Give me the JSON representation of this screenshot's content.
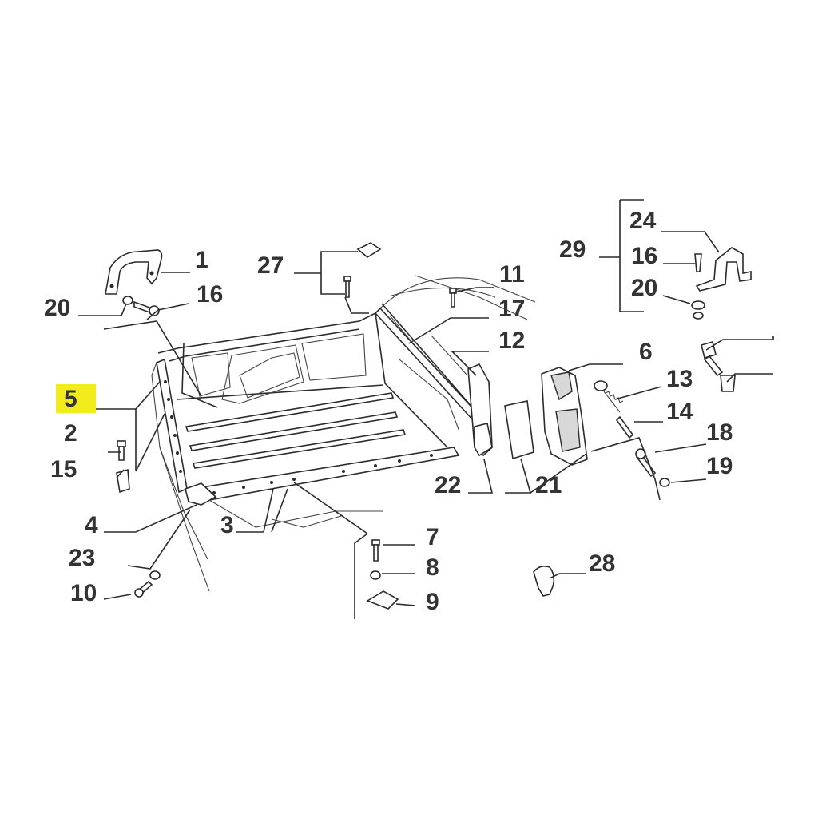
{
  "highlight_color": "#f2ec1c",
  "callouts": [
    {
      "id": "c1",
      "label": "1"
    },
    {
      "id": "c16a",
      "label": "16"
    },
    {
      "id": "c20a",
      "label": "20"
    },
    {
      "id": "c27",
      "label": "27"
    },
    {
      "id": "c11",
      "label": "11"
    },
    {
      "id": "c17",
      "label": "17"
    },
    {
      "id": "c12",
      "label": "12"
    },
    {
      "id": "c29",
      "label": "29"
    },
    {
      "id": "c24",
      "label": "24"
    },
    {
      "id": "c16b",
      "label": "16"
    },
    {
      "id": "c20b",
      "label": "20"
    },
    {
      "id": "c5",
      "label": "5",
      "highlighted": true
    },
    {
      "id": "c2",
      "label": "2"
    },
    {
      "id": "c15",
      "label": "15"
    },
    {
      "id": "c6",
      "label": "6"
    },
    {
      "id": "c13",
      "label": "13"
    },
    {
      "id": "c14",
      "label": "14"
    },
    {
      "id": "c18",
      "label": "18"
    },
    {
      "id": "c19",
      "label": "19"
    },
    {
      "id": "c22",
      "label": "22"
    },
    {
      "id": "c21",
      "label": "21"
    },
    {
      "id": "c4",
      "label": "4"
    },
    {
      "id": "c3",
      "label": "3"
    },
    {
      "id": "c7",
      "label": "7"
    },
    {
      "id": "c8",
      "label": "8"
    },
    {
      "id": "c9",
      "label": "9"
    },
    {
      "id": "c23",
      "label": "23"
    },
    {
      "id": "c10",
      "label": "10"
    },
    {
      "id": "c28",
      "label": "28"
    }
  ]
}
